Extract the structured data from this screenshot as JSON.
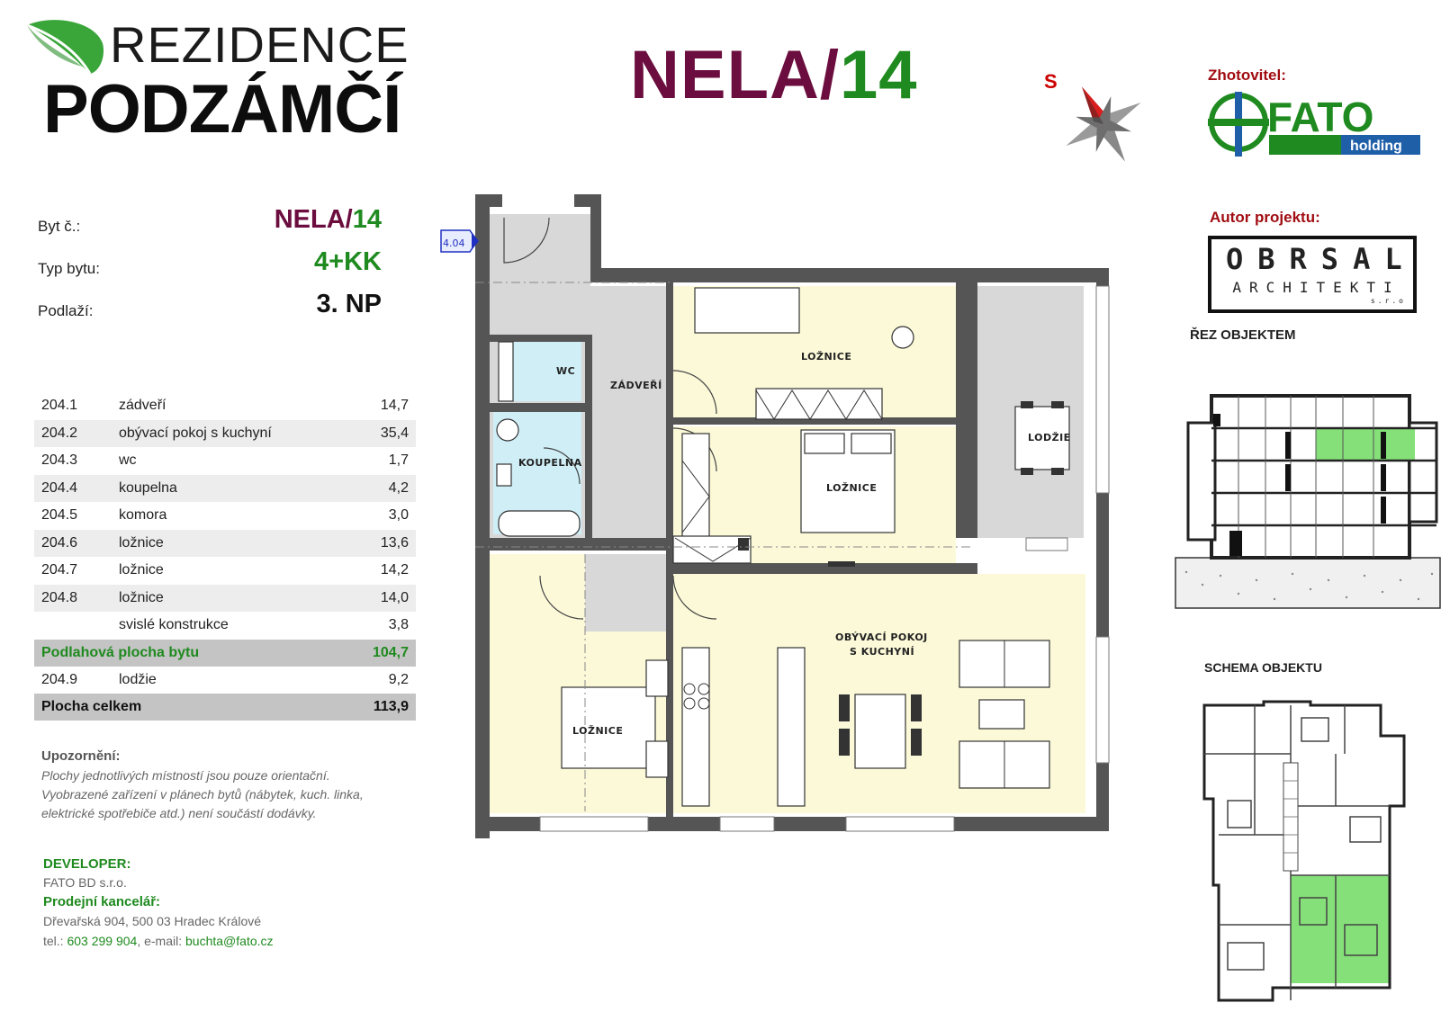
{
  "logo": {
    "line1": "REZIDENCE",
    "line2": "PODZÁMČÍ"
  },
  "title": {
    "name": "NELA/",
    "number": "14"
  },
  "compass": {
    "label": "S"
  },
  "contractor": {
    "label": "Zhotovitel:",
    "logo_text": "FATO",
    "logo_sub": "holding"
  },
  "author": {
    "label": "Autor projektu:",
    "logo_line1": "OBRSAL",
    "logo_line2": "ARCHITEKTI",
    "logo_line3": "s.r.o"
  },
  "section": {
    "label": "ŘEZ OBJEKTEM"
  },
  "schema": {
    "label": "SCHEMA OBJEKTU"
  },
  "apartment": {
    "number_label": "Byt č.:",
    "number_name": "NELA/",
    "number_num": "14",
    "type_label": "Typ bytu:",
    "type_value": "4+KK",
    "floor_label": "Podlaží:",
    "floor_value": "3. NP"
  },
  "rooms": [
    {
      "num": "204.1",
      "name": "zádveří",
      "area": "14,7"
    },
    {
      "num": "204.2",
      "name": "obývací pokoj s kuchyní",
      "area": "35,4"
    },
    {
      "num": "204.3",
      "name": "wc",
      "area": "1,7"
    },
    {
      "num": "204.4",
      "name": "koupelna",
      "area": "4,2"
    },
    {
      "num": "204.5",
      "name": "komora",
      "area": "3,0"
    },
    {
      "num": "204.6",
      "name": "ložnice",
      "area": "13,6"
    },
    {
      "num": "204.7",
      "name": "ložnice",
      "area": "14,2"
    },
    {
      "num": "204.8",
      "name": "ložnice",
      "area": "14,0"
    },
    {
      "num": "",
      "name": "svislé konstrukce",
      "area": "3,8"
    }
  ],
  "floor_area": {
    "label": "Podlahová plocha bytu",
    "value": "104,7"
  },
  "loggia": {
    "num": "204.9",
    "name": "lodžie",
    "area": "9,2"
  },
  "total_area": {
    "label": "Plocha celkem",
    "value": "113,9"
  },
  "notice": {
    "title": "Upozornění:",
    "line1": "Plochy jednotlivých místností jsou pouze orientační.",
    "line2": "Vyobrazené zařízení v plánech bytů (nábytek, kuch. linka,",
    "line3": "elektrické spotřebiče atd.) není součástí dodávky."
  },
  "developer": {
    "title": "DEVELOPER:",
    "name": "FATO BD s.r.o.",
    "office_title": "Prodejní kancelář:",
    "address": "Dřevařská 904, 500 03 Hradec Králové",
    "tel_label": "tel.: ",
    "tel": "603 299 904",
    "email_label": ", e-mail: ",
    "email": "buchta@fato.cz"
  },
  "plan": {
    "entry_tag": "4.04",
    "wc": "WC",
    "hall": "ZÁDVEŘÍ",
    "bathroom": "KOUPELNA",
    "bedroom_top": "LOŽNICE",
    "bedroom_mid": "LOŽNICE",
    "bedroom_left": "LOŽNICE",
    "loggia": "LODŽIE",
    "living_line1": "OBÝVACÍ POKOJ",
    "living_line2": "S KUCHYNÍ"
  },
  "colors": {
    "maroon": "#6b0d3e",
    "green": "#1f8a1f",
    "red_label": "#a00d12",
    "plan_wall": "#555555",
    "plan_yellow": "#fbf9d8",
    "plan_grey": "#d8d8d8",
    "plan_blue": "#cfeef6",
    "highlight_green": "#86e07a"
  }
}
